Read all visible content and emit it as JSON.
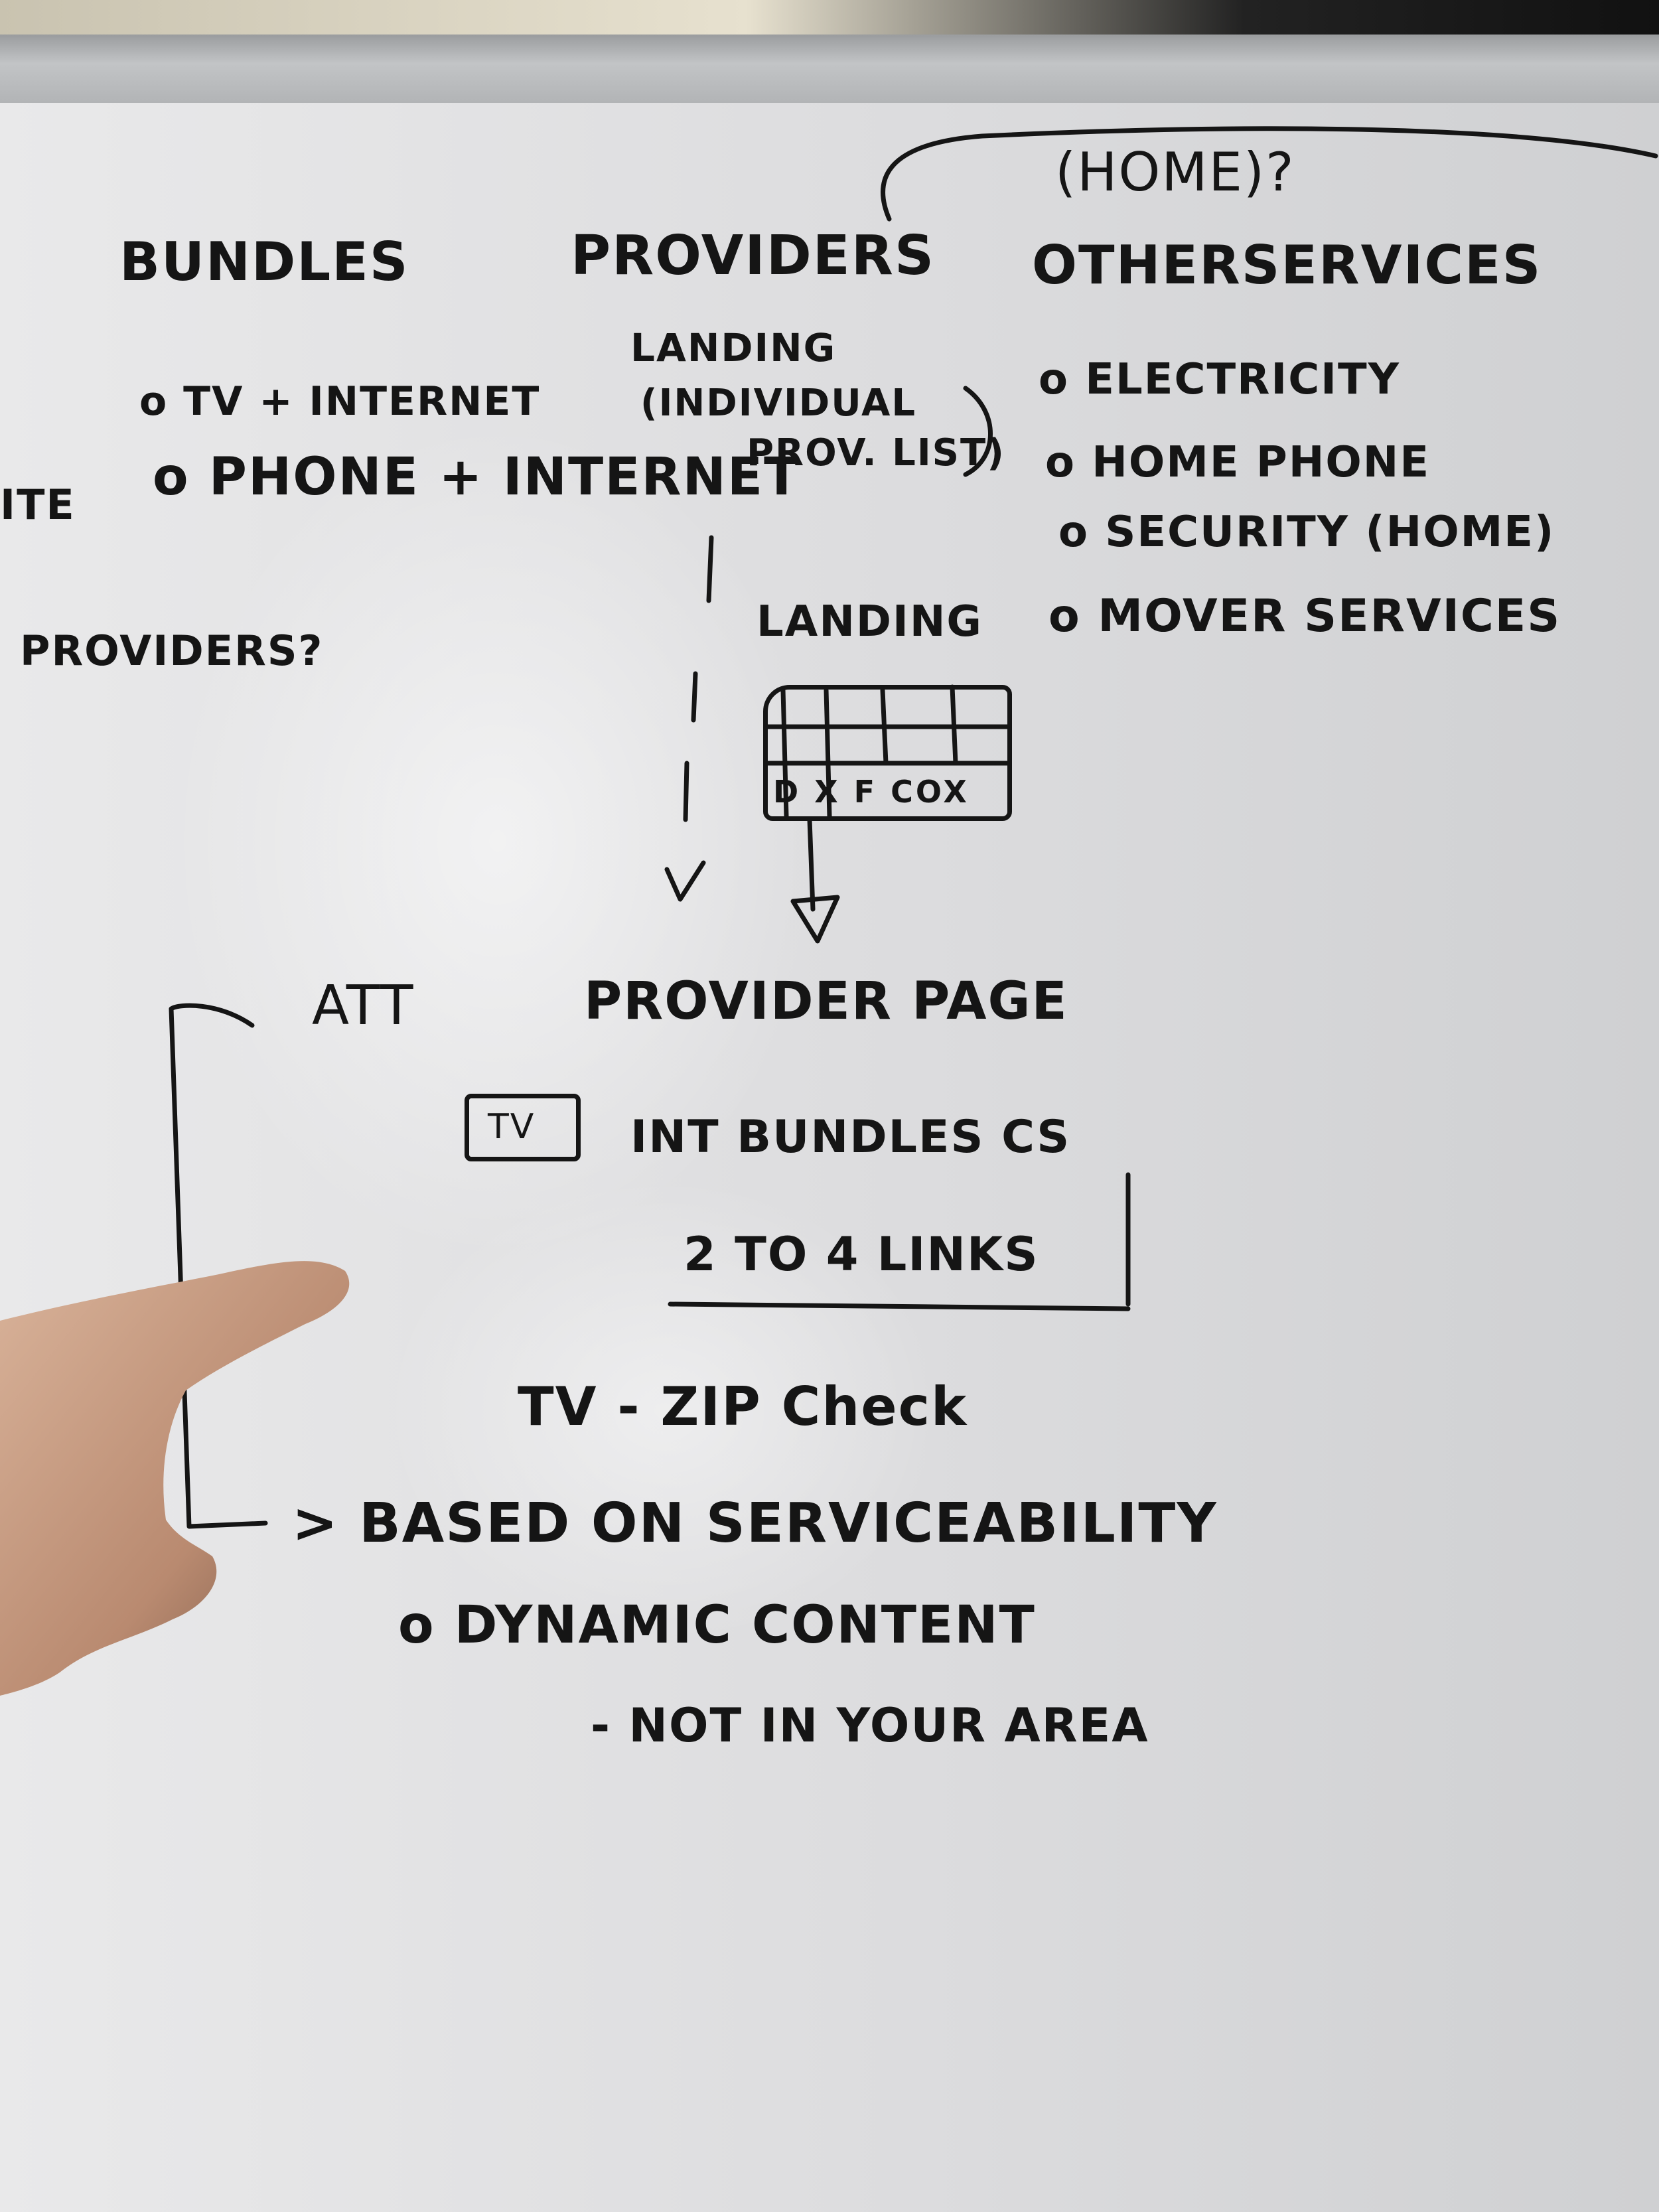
{
  "board": {
    "header": {
      "bundles": "BUNDLES",
      "providers": "PROVIDERS",
      "home_note": "(HOME)?",
      "other_services": "OTHERSERVICES"
    },
    "bundles_list": [
      "o TV + INTERNET",
      "o PHONE + INTERNET"
    ],
    "left_fragments": [
      "ITE",
      "PROVIDERS?"
    ],
    "providers_landing": [
      "LANDING",
      "(INDIVIDUAL",
      "PROV. LIST)"
    ],
    "other_services_list": [
      "o ELECTRICITY",
      "o HOME PHONE",
      "o SECURITY (HOME)",
      "o MOVER SERVICES"
    ],
    "landing": "LANDING",
    "grid_row": "D X F COX",
    "att": "ATT",
    "provider_page": "PROVIDER PAGE",
    "tabs": {
      "tv": "TV",
      "rest": "INT   BUNDLES  CS"
    },
    "links": "2 TO 4 LINKS",
    "zip_check": "TV  -  ZIP Check",
    "serviceability": "> BASED ON SERVICEABILITY",
    "dynamic_content": "o DYNAMIC CONTENT",
    "not_in_area": "- NOT IN YOUR AREA"
  },
  "colors": {
    "ink": "#151515",
    "board": "#e3e3e4",
    "frame": "#b4b6b8",
    "skin": "#caa187"
  }
}
